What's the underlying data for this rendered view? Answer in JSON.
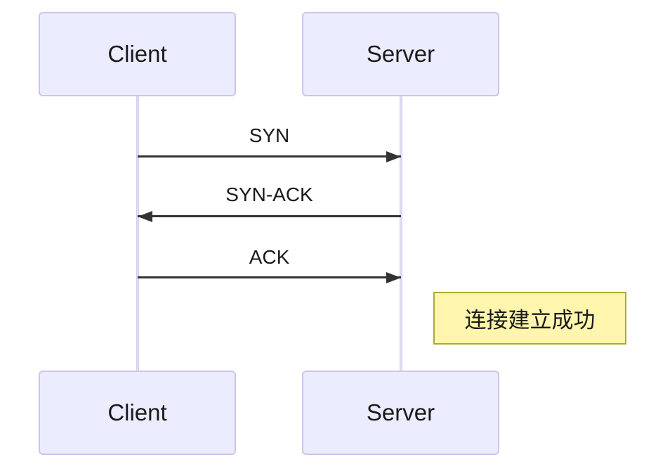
{
  "diagram": {
    "type": "sequence-diagram",
    "subject": "TCP three-way handshake",
    "actors": [
      {
        "id": "client",
        "name": "Client"
      },
      {
        "id": "server",
        "name": "Server"
      }
    ],
    "messages": [
      {
        "from": "Client",
        "to": "Server",
        "label": "SYN",
        "direction": "right",
        "line_style": "solid",
        "arrowhead": "filled"
      },
      {
        "from": "Server",
        "to": "Client",
        "label": "SYN-ACK",
        "direction": "left",
        "line_style": "solid",
        "arrowhead": "filled"
      },
      {
        "from": "Client",
        "to": "Server",
        "label": "ACK",
        "direction": "right",
        "line_style": "solid",
        "arrowhead": "filled"
      }
    ],
    "note": {
      "text": "连接建立成功",
      "position": "right-of-server-lifeline"
    },
    "colors": {
      "actor_fill": "#ECECFF",
      "actor_border": "#cfc3ea",
      "lifeline": "#d0c4ea",
      "arrow": "#333333",
      "note_fill": "#fff5ad",
      "note_border": "#aaaa33",
      "text": "#1a1a1a"
    }
  }
}
